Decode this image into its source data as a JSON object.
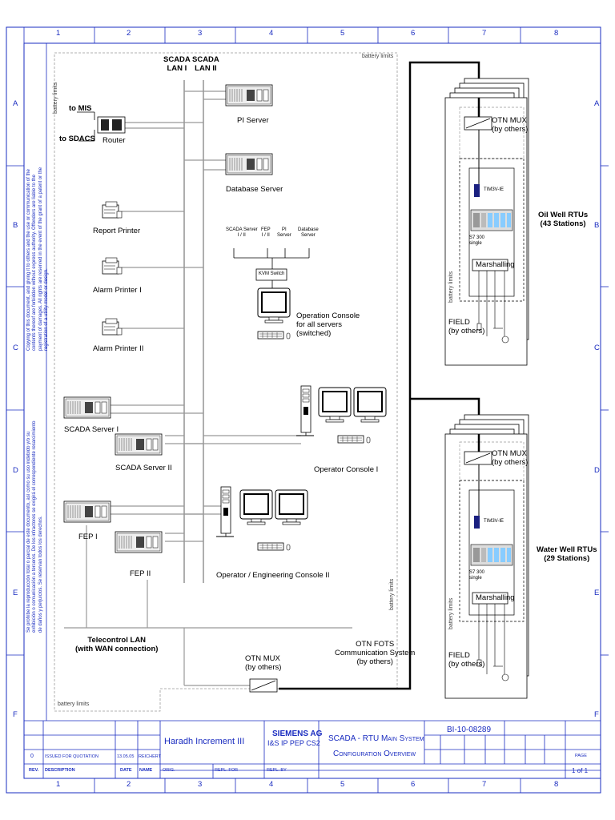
{
  "border": {
    "columns": [
      "1",
      "2",
      "3",
      "4",
      "5",
      "6",
      "7",
      "8"
    ],
    "rows": [
      "A",
      "B",
      "C",
      "D",
      "E",
      "F"
    ]
  },
  "battery_limits": "battery limits",
  "lans": {
    "scada_lan_1": "SCADA\nLAN I",
    "scada_lan_2": "SCADA\nLAN II"
  },
  "left": {
    "to_mis": "to MIS",
    "to_sdacs": "to SDACS",
    "router": "Router",
    "report_printer": "Report Printer",
    "alarm_printer_1": "Alarm Printer I",
    "alarm_printer_2": "Alarm Printer II",
    "scada_server_1": "SCADA Server I",
    "scada_server_2": "SCADA Server II",
    "fep_1": "FEP I",
    "fep_2": "FEP II",
    "telecontrol_lan": "Telecontrol LAN\n(with WAN connection)"
  },
  "center": {
    "pi_server": "PI Server",
    "database_server": "Database Server",
    "kvm_targets": [
      "SCADA Server\nI / II",
      "FEP\nI / II",
      "PI\nServer",
      "Database\nServer"
    ],
    "kvm_switch": "KVM Switch",
    "operation_console": "Operation Console\nfor all servers\n(switched)",
    "operator_console_1": "Operator Console I",
    "operator_console_2": "Operator / Engineering Console II",
    "otn_mux": "OTN MUX\n(by others)",
    "otn_fots": "OTN FOTS\nCommunication System\n(by others)"
  },
  "rtu_oil": {
    "otn_mux": "OTN MUX\n(by others)",
    "tim": "TIM3V-IE",
    "s7": "S7 300\nsingle",
    "marshalling": "Marshalling",
    "field": "FIELD\n(by others)",
    "title": "Oil Well RTUs\n(43 Stations)"
  },
  "rtu_water": {
    "otn_mux": "OTN MUX\n(by others)",
    "tim": "TIM3V-IE",
    "s7": "S7 300\nsingle",
    "marshalling": "Marshalling",
    "field": "FIELD\n(by others)",
    "title": "Water Well RTUs\n(29 Stations)"
  },
  "legal_en": "Copying of this document, and giving it to others and the use or communication of the contents thereof are forbidden without express authority. Offenders are liable to the payment of damages. All rights are reserved in the event of the grant of a patent or the registration of a utility model or design.",
  "legal_es": "Se prohíbe la reproducción total o parcial de este documento, así como su uso indebido y/o su exhibición o comunicación a terceros. De los infractores se exigirá el correspondiente resarcimiento de daños y perjuicios. Se reservan todos los derechos.",
  "title_block": {
    "rev_no": "0",
    "rev_desc": "ISSUED FOR QUOTATION",
    "rev_date": "13.05.05",
    "rev_name": "REICHERT",
    "h_rev": "REV.",
    "h_desc": "DESCRIPTION",
    "h_date": "DATE",
    "h_name": "NAME",
    "project": "Haradh Increment III",
    "company": "SIEMENS AG",
    "division": "I&S IP PEP CS2",
    "title_1": "SCADA - RTU Main System",
    "title_2": "Configuration Overview",
    "doc_no": "BI-10-08289",
    "page_label": "PAGE",
    "page": "1 of 1",
    "orig": "ORIG.",
    "repl_for": "REPL. FOR",
    "repl_by": "REPL. BY"
  }
}
